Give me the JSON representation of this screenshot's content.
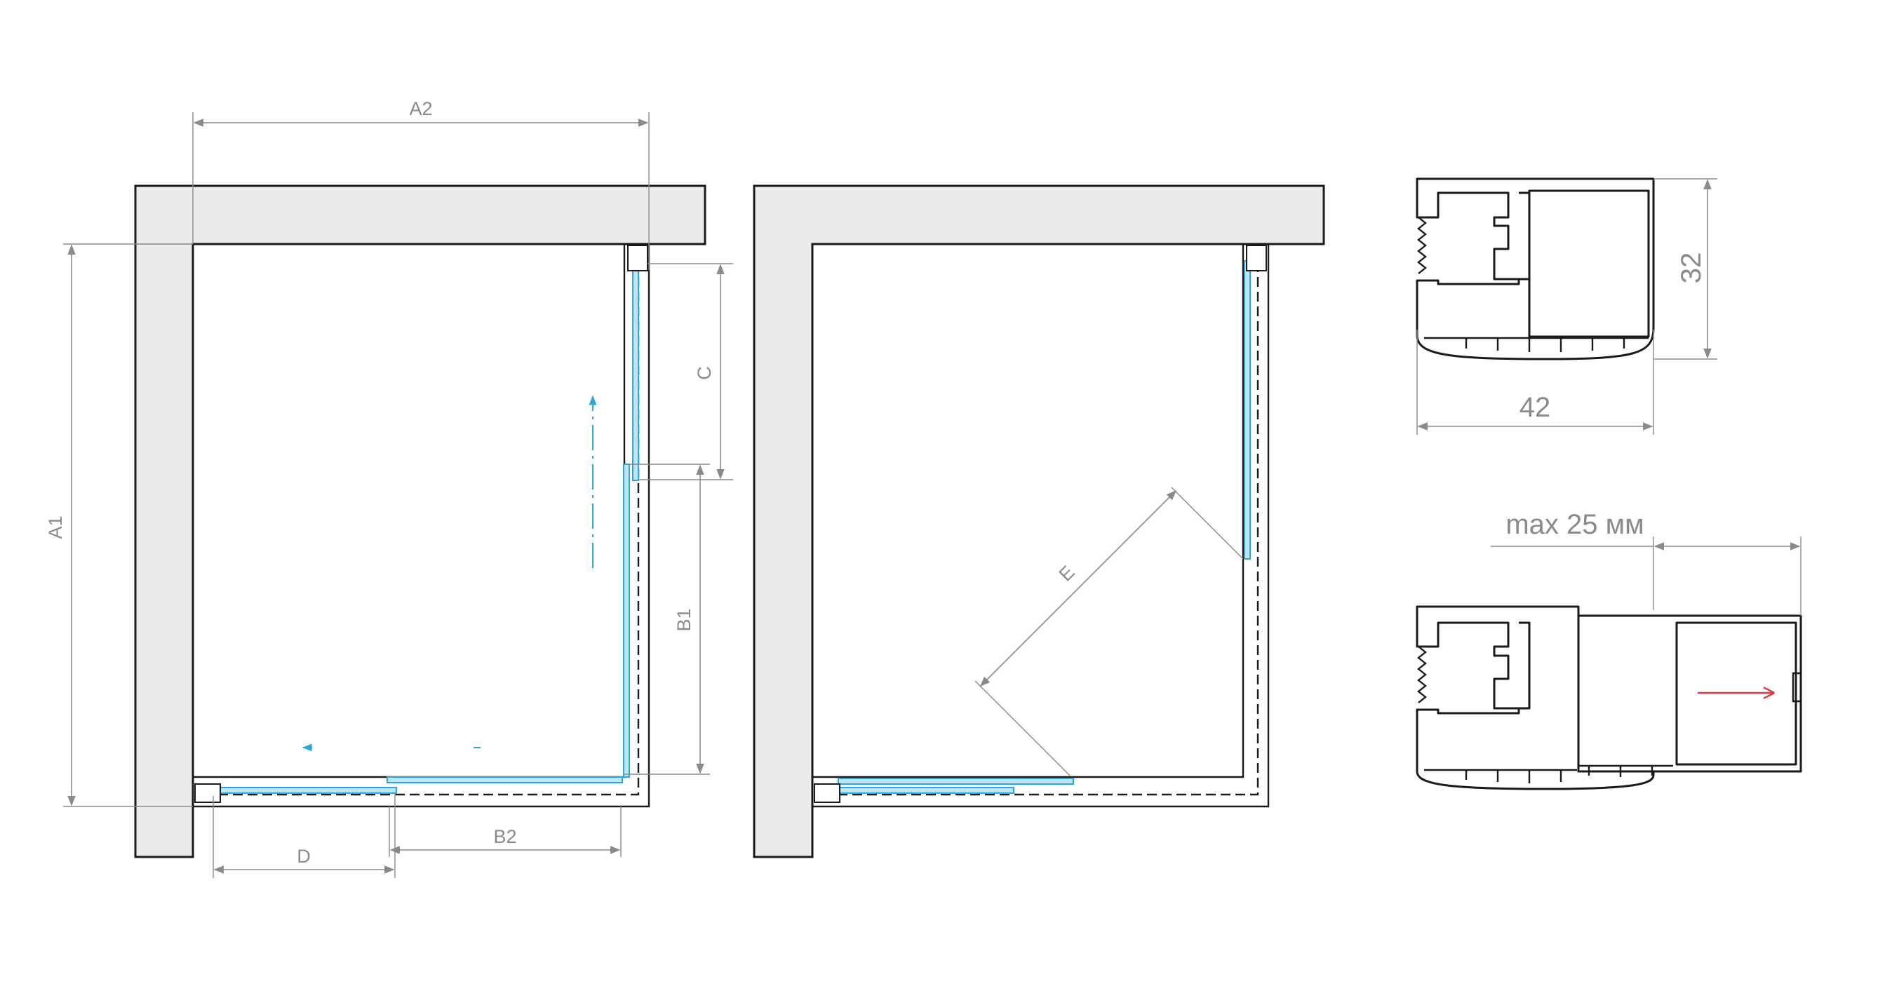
{
  "labels": {
    "a1": "A1",
    "a2": "A2",
    "b1": "B1",
    "b2": "B2",
    "c": "C",
    "d": "D",
    "e": "E",
    "profile_height": "32",
    "profile_width": "42",
    "max_extension": "max 25 мм"
  },
  "colors": {
    "wall_fill": "#ebebeb",
    "outline": "#1a1a1a",
    "dimension": "#8a8a8a",
    "glass": "#2aa8dc",
    "extension_arrow": "#e0393e"
  }
}
